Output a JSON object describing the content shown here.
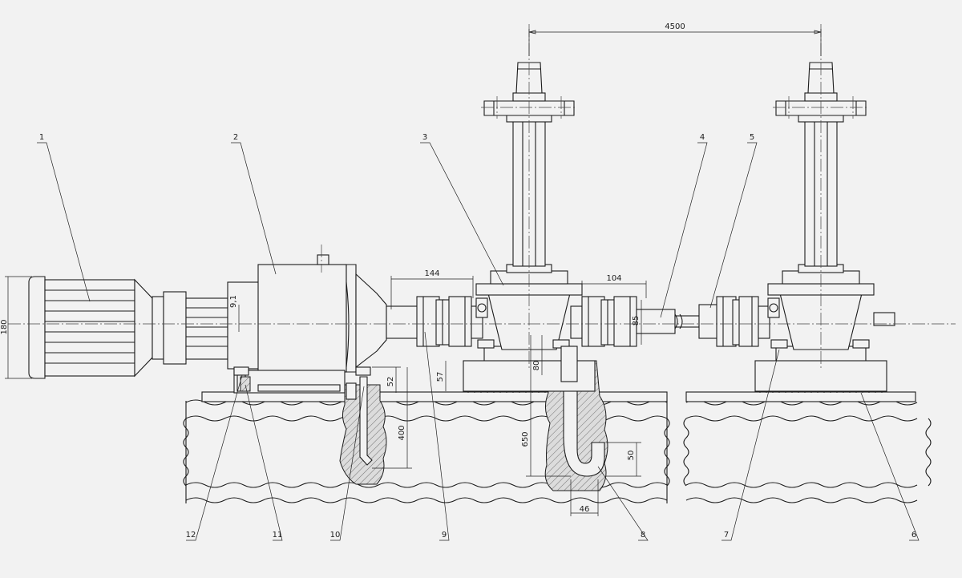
{
  "dimensions": {
    "d4500": "4500",
    "d144": "144",
    "d104": "104",
    "d180": "180",
    "d9_1": "9,1",
    "d52": "52",
    "d400": "400",
    "d57": "57",
    "d80": "80",
    "d85": "85",
    "d650": "650",
    "d50": "50",
    "d46": "46"
  },
  "callouts": {
    "c1": "1",
    "c2": "2",
    "c3": "3",
    "c4": "4",
    "c5": "5",
    "c6": "6",
    "c7": "7",
    "c8": "8",
    "c9": "9",
    "c10": "10",
    "c11": "11",
    "c12": "12"
  }
}
